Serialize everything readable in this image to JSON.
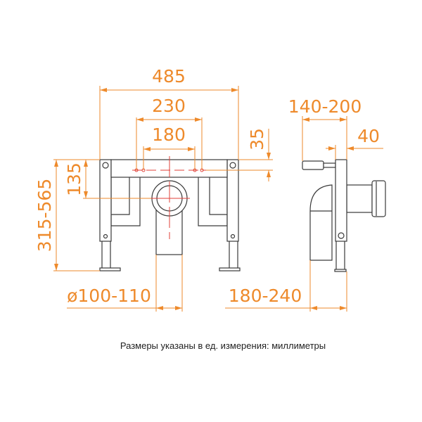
{
  "dimensions": {
    "total_width": "485",
    "mount_spacing_outer": "230",
    "mount_spacing_inner": "180",
    "mount_offset": "35",
    "pipe_height": "135",
    "frame_height": "315-565",
    "pipe_diameter": "ø100-110",
    "outlet_width": "180-240",
    "depth": "140-200",
    "plate_offset": "40"
  },
  "caption": "Размеры указаны в ед. измерения: миллиметры",
  "colors": {
    "dimension": "#EE8A2B",
    "axis": "#E0403A",
    "outline": "#3a3a3a"
  }
}
